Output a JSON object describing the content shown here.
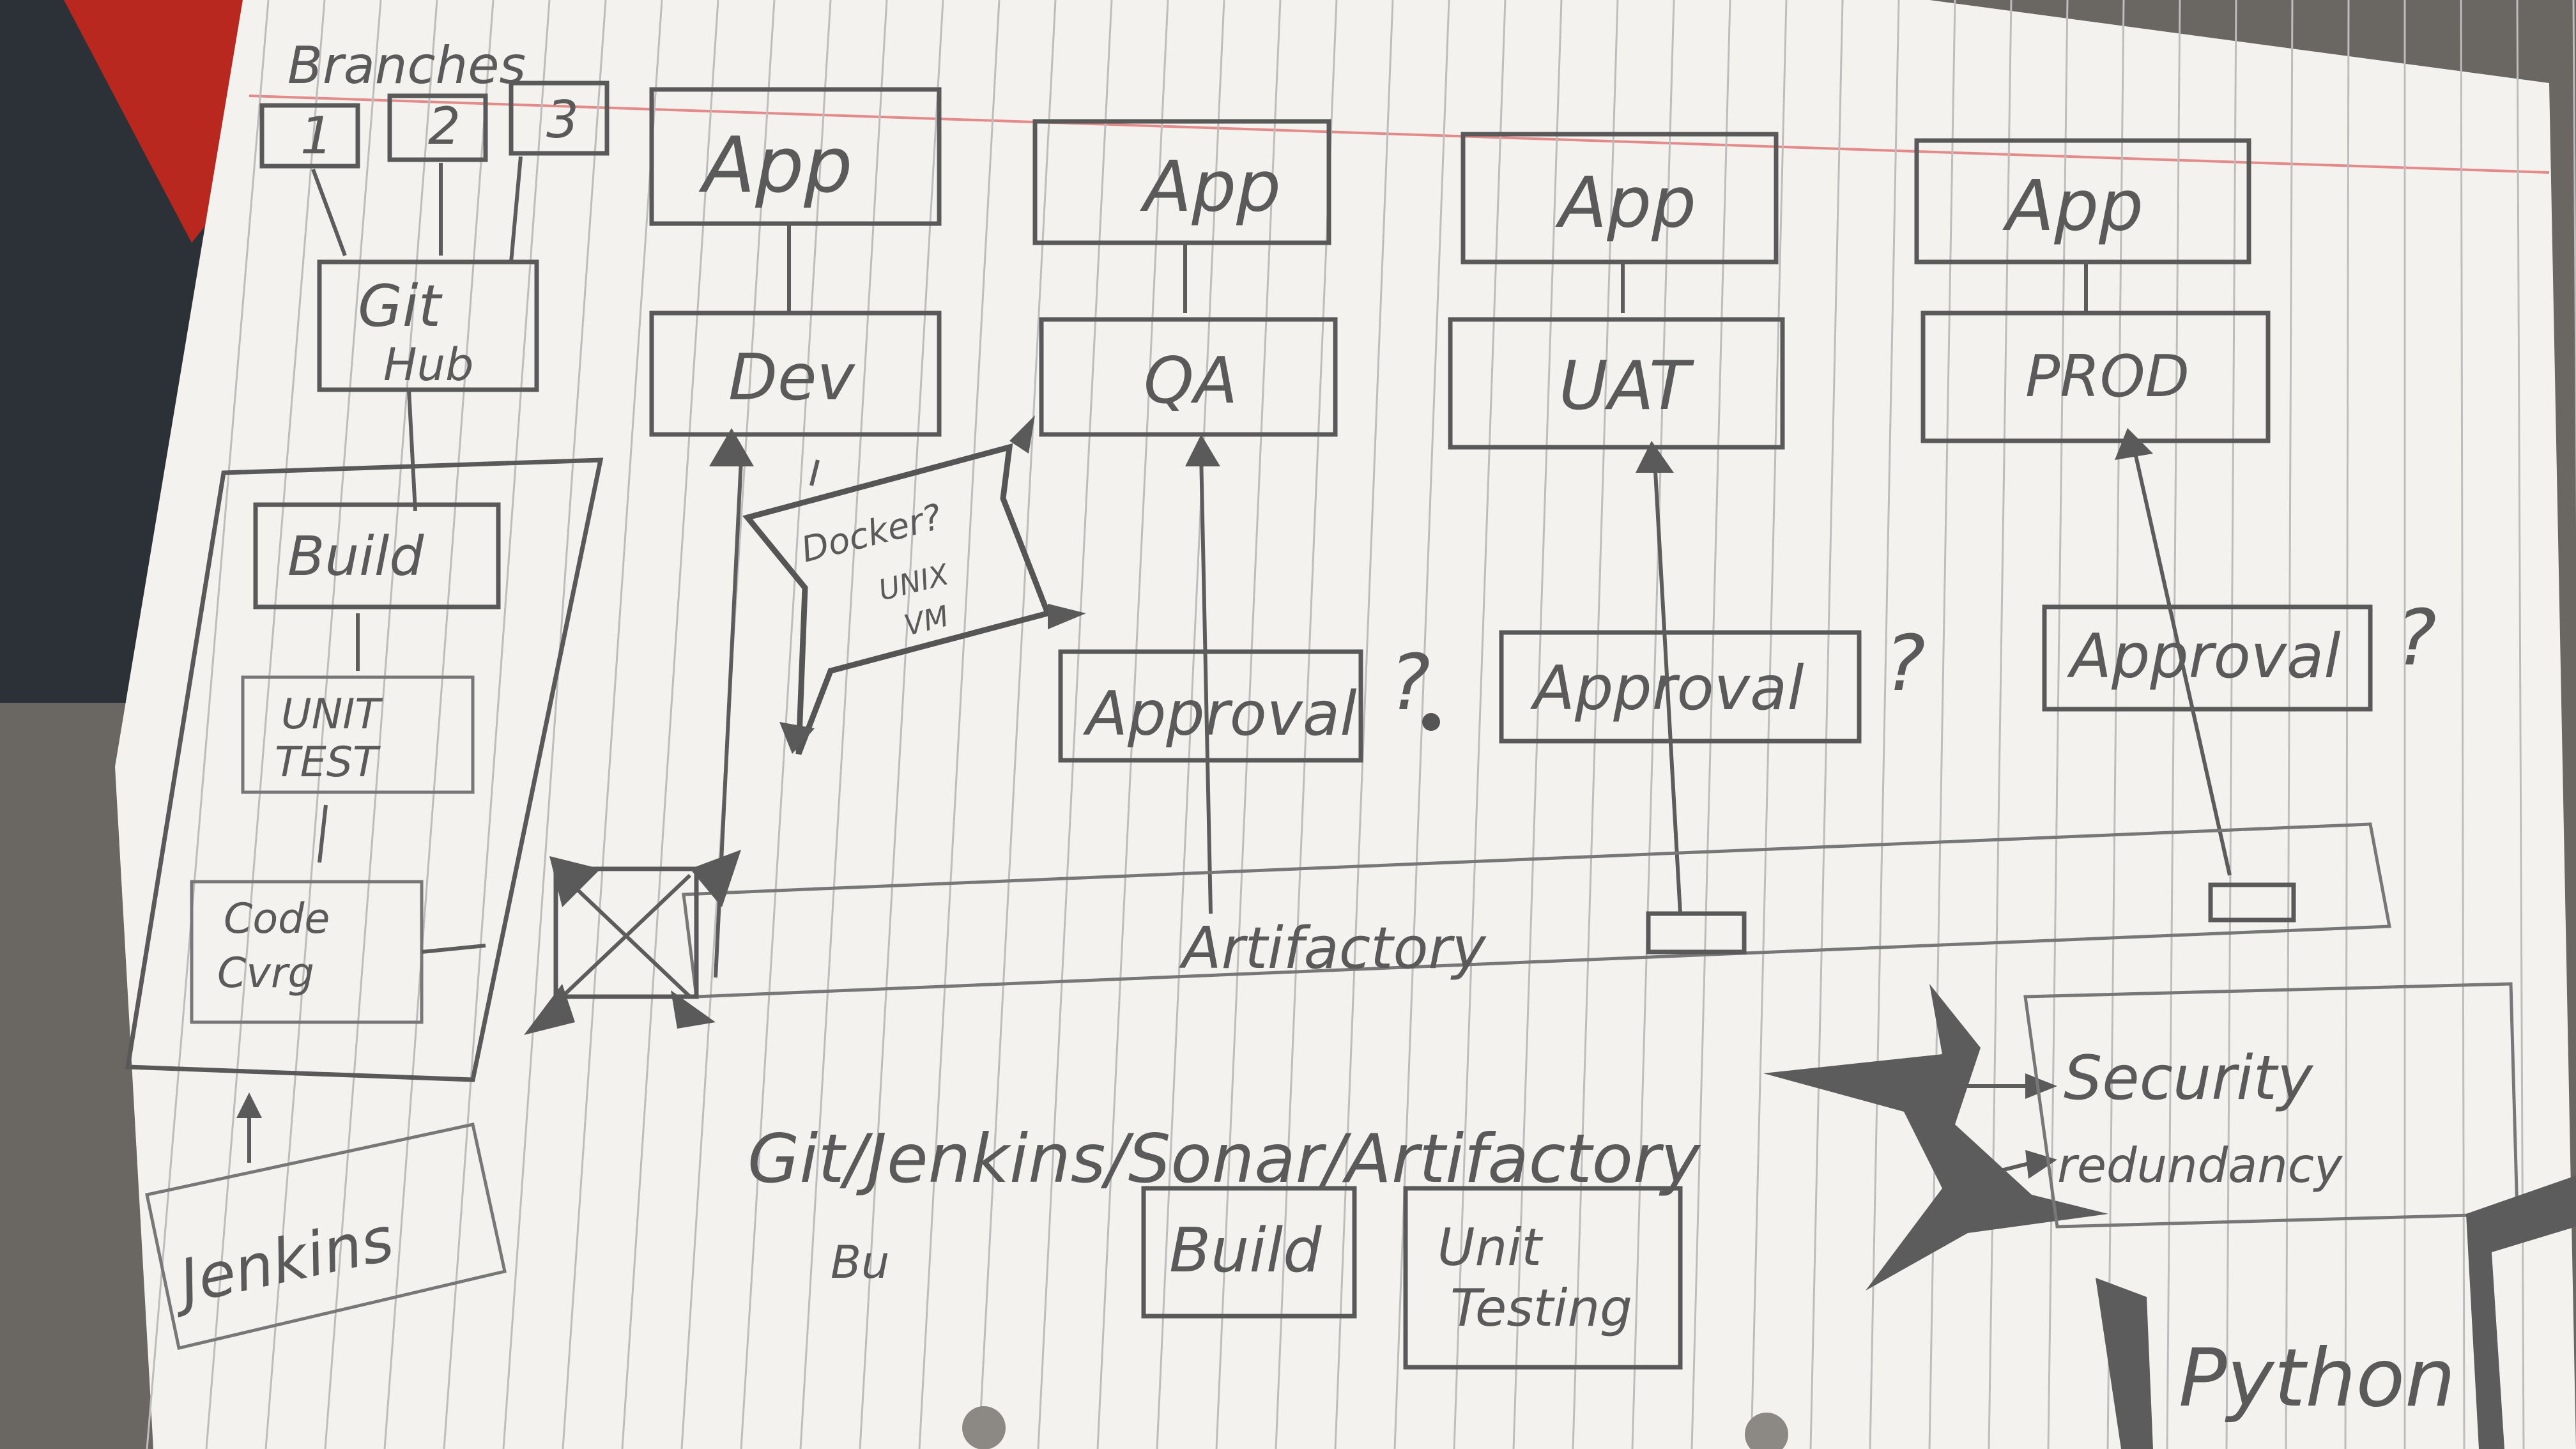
{
  "diagram": {
    "branches_label": "Branches",
    "branches": [
      "1",
      "2",
      "3"
    ],
    "github_label": [
      "Git",
      "Hub"
    ],
    "pipeline_steps": [
      [
        "Build"
      ],
      [
        "UNIT",
        "TEST"
      ],
      [
        "Code",
        "Cvrg"
      ]
    ],
    "jenkins_label": "Jenkins",
    "app_label": "App",
    "environments": [
      "Dev",
      "QA",
      "UAT",
      "PROD"
    ],
    "docker_label": [
      "Docker?",
      "UNIX",
      "VM"
    ],
    "approval_label": "Approval",
    "question_mark": "?",
    "artifactory_label": "Artifactory",
    "toolchain_label": "Git/Jenkins/Sonar/Artifactory",
    "toolchain_sub": "Bu",
    "build_box": "Build",
    "unit_testing_box": [
      "Unit",
      "Testing"
    ],
    "security_box": [
      "Security",
      "redundancy"
    ],
    "python_label": "Python"
  }
}
